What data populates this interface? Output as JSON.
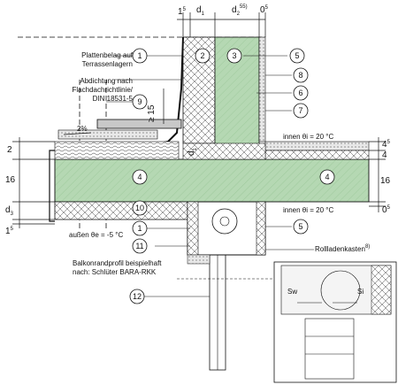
{
  "dimensions_top": {
    "d1": "d",
    "d1_sub": "1",
    "d2": "d",
    "d2_sub": "2",
    "d2_sup": "55)",
    "left_val": "1",
    "left_sup": "5",
    "right_val": "0",
    "right_sup": "5"
  },
  "dimensions_left": {
    "v2": "2",
    "v16": "16",
    "d3": "d",
    "d3_sub": "3",
    "v15": "1",
    "v15_sup": "5"
  },
  "dimensions_right": {
    "v4": "4",
    "v4_sup": "5",
    "v4b": "4",
    "v16": "16",
    "v05": "0",
    "v05_sup": "5"
  },
  "dimensions_inner": {
    "ge15": "≥ 15",
    "d1": "d",
    "d1_sub": "1",
    "slope": "2%"
  },
  "labels": {
    "plattenbelag_1": "Plattenbelag auf",
    "plattenbelag_2": "Terrassenlagern",
    "abdichtung_1": "Abdichtung nach",
    "abdichtung_2": "Flachdachrichtlinie/",
    "abdichtung_3": "DIN 18531-5",
    "innen_top": "innen   θi = 20 °C",
    "innen_bottom": "innen   θi = 20 °C",
    "aussen": "außen   θe = -5 °C",
    "rollladen": "Rollladenkasten",
    "rollladen_sup": "8)",
    "balkon_1": "Balkonrandprofil beispielhaft",
    "balkon_2": "nach: Schlüter BARA-RKK",
    "s_w": "Sw",
    "s_i": "Si"
  },
  "markers": [
    "1",
    "2",
    "3",
    "4",
    "5",
    "6",
    "7",
    "8",
    "9",
    "10",
    "11",
    "12"
  ],
  "colors": {
    "insulation_green": "#b5d8b3",
    "concrete": "#ffffff",
    "line": "#111111",
    "gray_fill": "#d9d9d9"
  }
}
